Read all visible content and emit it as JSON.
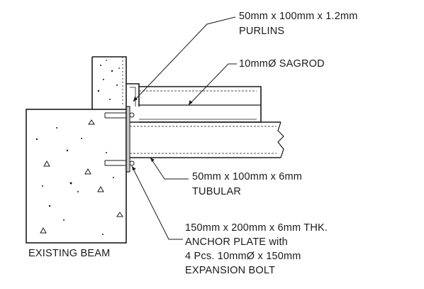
{
  "labels": {
    "purlins_line1": "50mm x 100mm x 1.2mm",
    "purlins_line2": "PURLINS",
    "sagrod": "10mmØ SAGROD",
    "tubular_line1": "50mm x 100mm x 6mm",
    "tubular_line2": "TUBULAR",
    "anchor_line1": "150mm x 200mm x 6mm THK.",
    "anchor_line2": "ANCHOR PLATE with",
    "anchor_line3": "4 Pcs. 10mmØ x 150mm",
    "anchor_line4": "EXPANSION BOLT",
    "existing_beam": "EXISTING BEAM"
  },
  "colors": {
    "ink": "#1a1a1a",
    "background": "#ffffff"
  }
}
